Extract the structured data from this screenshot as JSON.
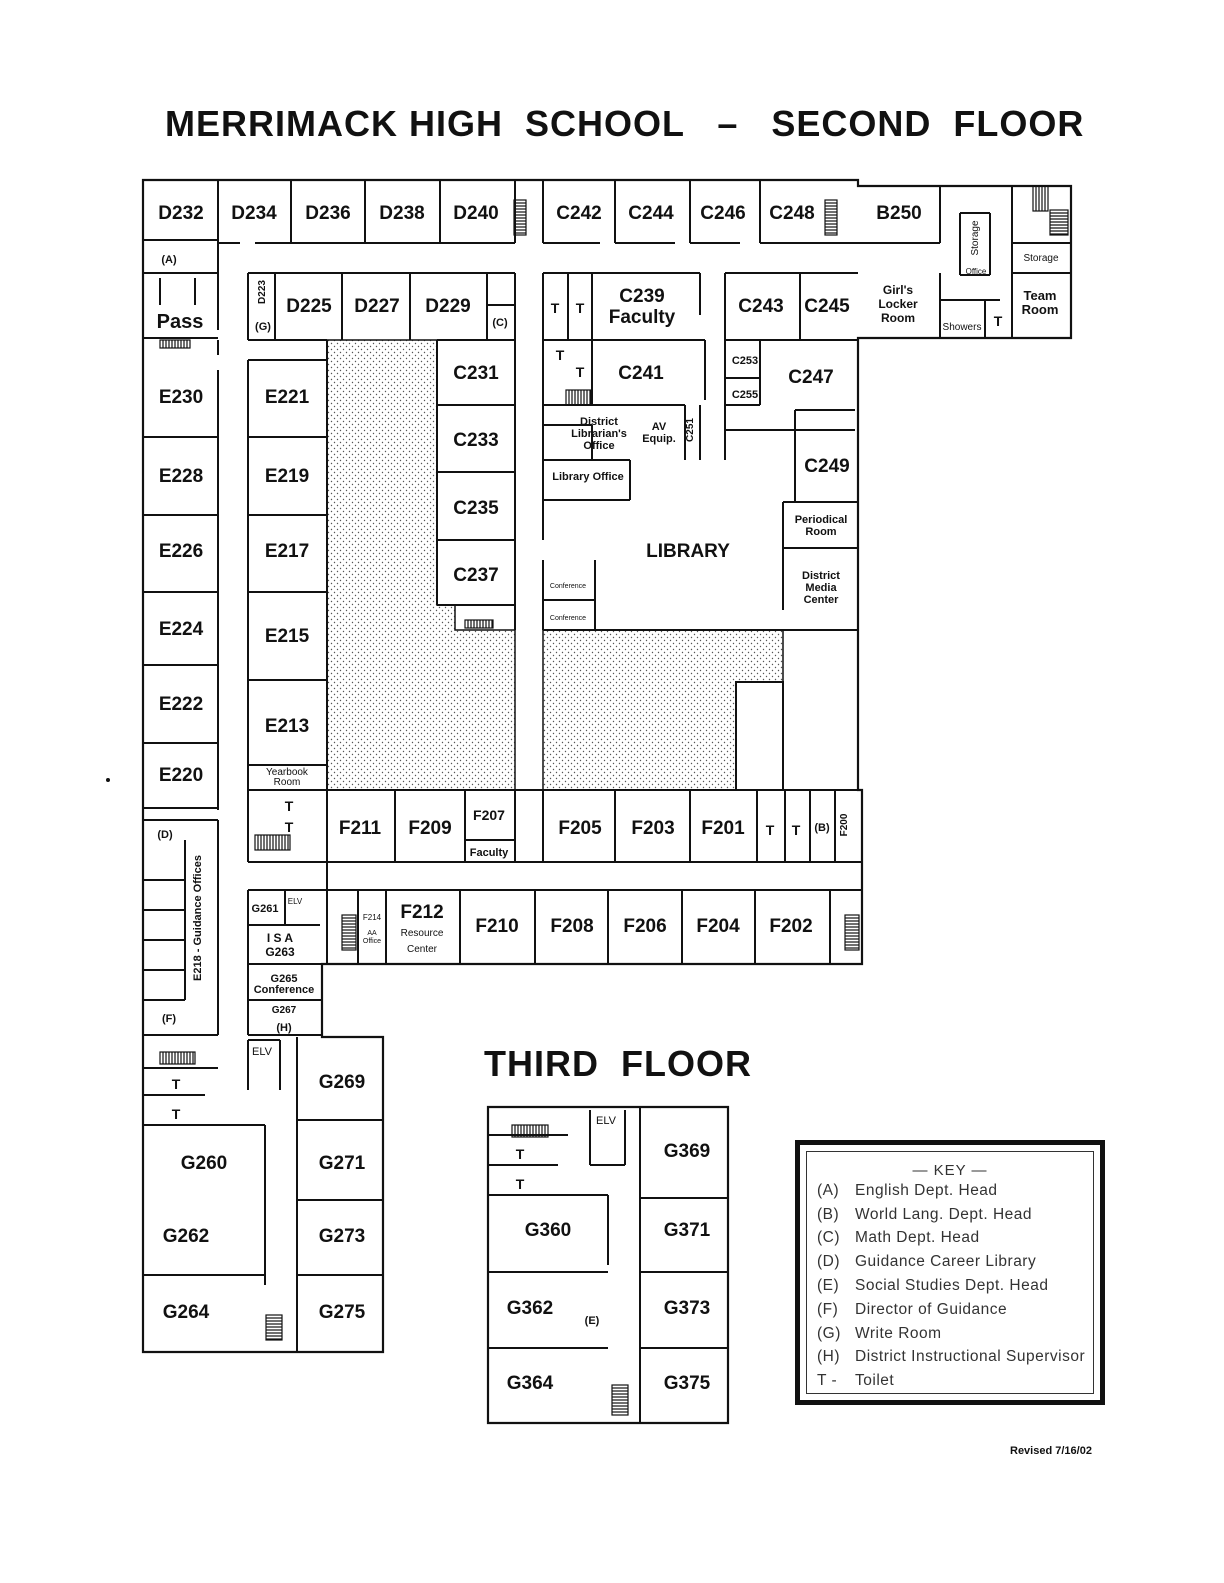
{
  "title_second": "MERRIMACK HIGH  SCHOOL   –   SECOND  FLOOR",
  "title_third": "THIRD  FLOOR",
  "revised": "Revised 7/16/02",
  "key": {
    "title": "— KEY —",
    "entries": [
      {
        "code": "(A)",
        "text": "English Dept. Head"
      },
      {
        "code": "(B)",
        "text": "World Lang. Dept. Head"
      },
      {
        "code": "(C)",
        "text": "Math Dept. Head"
      },
      {
        "code": "(D)",
        "text": "Guidance Career Library"
      },
      {
        "code": "(E)",
        "text": "Social Studies Dept. Head"
      },
      {
        "code": "(F)",
        "text": "Director of Guidance"
      },
      {
        "code": "(G)",
        "text": "Write Room"
      },
      {
        "code": "(H)",
        "text": "District Instructional Supervisor"
      },
      {
        "code": "T -",
        "text": "Toilet"
      }
    ]
  },
  "rooms": {
    "D232": "D232",
    "D234": "D234",
    "D236": "D236",
    "D238": "D238",
    "D240": "D240",
    "C242": "C242",
    "C244": "C244",
    "C246": "C246",
    "C248": "C248",
    "B250": "B250",
    "A": "(A)",
    "Pass": "Pass",
    "D223": "D223",
    "G_write": "(G)",
    "D225": "D225",
    "D227": "D227",
    "D229": "D229",
    "C_math": "(C)",
    "C239a": "C239",
    "C239b": "Faculty",
    "C243": "C243",
    "C245": "C245",
    "Girls1": "Girl's",
    "Girls2": "Locker",
    "Girls3": "Room",
    "Storage_v": "Storage",
    "Office": "Office",
    "Storage": "Storage",
    "Team1": "Team",
    "Team2": "Room",
    "Showers": "Showers",
    "E230": "E230",
    "E221": "E221",
    "C231": "C231",
    "C241": "C241",
    "C253": "C253",
    "C255": "C255",
    "C247": "C247",
    "DL1": "District",
    "DL2": "Librarian's",
    "DL3": "Office",
    "AV1": "AV",
    "AV2": "Equip.",
    "C251": "C251",
    "C233": "C233",
    "E228": "E228",
    "E219": "E219",
    "C249": "C249",
    "LibOffice": "Library Office",
    "C235": "C235",
    "E226": "E226",
    "E217": "E217",
    "Per1": "Periodical",
    "Per2": "Room",
    "Library": "LIBRARY",
    "C237": "C237",
    "DM1": "District",
    "DM2": "Media",
    "DM3": "Center",
    "Conf1": "Conference",
    "Conf2": "Conference",
    "E224": "E224",
    "E215": "E215",
    "E222": "E222",
    "E213": "E213",
    "E220": "E220",
    "YB1": "Yearbook",
    "YB2": "Room",
    "D_guid": "(D)",
    "F211": "F211",
    "F209": "F209",
    "F207": "F207",
    "Faculty": "Faculty",
    "F205": "F205",
    "F203": "F203",
    "F201": "F201",
    "B_wl": "(B)",
    "F200": "F200",
    "Guid": "E218 - Guidance Offices",
    "G261": "G261",
    "ELV_s": "ELV",
    "ISA": "I S A",
    "G263": "G263",
    "F214": "F214",
    "AA1": "AA",
    "AA2": "Office",
    "F212": "F212",
    "RC1": "Resource",
    "RC2": "Center",
    "F210": "F210",
    "F208": "F208",
    "F206": "F206",
    "F204": "F204",
    "F202": "F202",
    "G265": "G265",
    "Conference": "Conference",
    "G267": "G267",
    "H_dis": "(H)",
    "F_dir": "(F)",
    "ELV2": "ELV",
    "G269": "G269",
    "G260": "G260",
    "G271": "G271",
    "G262": "G262",
    "G273": "G273",
    "G264": "G264",
    "G275": "G275",
    "ELV3": "ELV",
    "G369": "G369",
    "G360": "G360",
    "G371": "G371",
    "G362": "G362",
    "E_ss": "(E)",
    "G373": "G373",
    "G364": "G364",
    "G375": "G375",
    "T": "T"
  }
}
